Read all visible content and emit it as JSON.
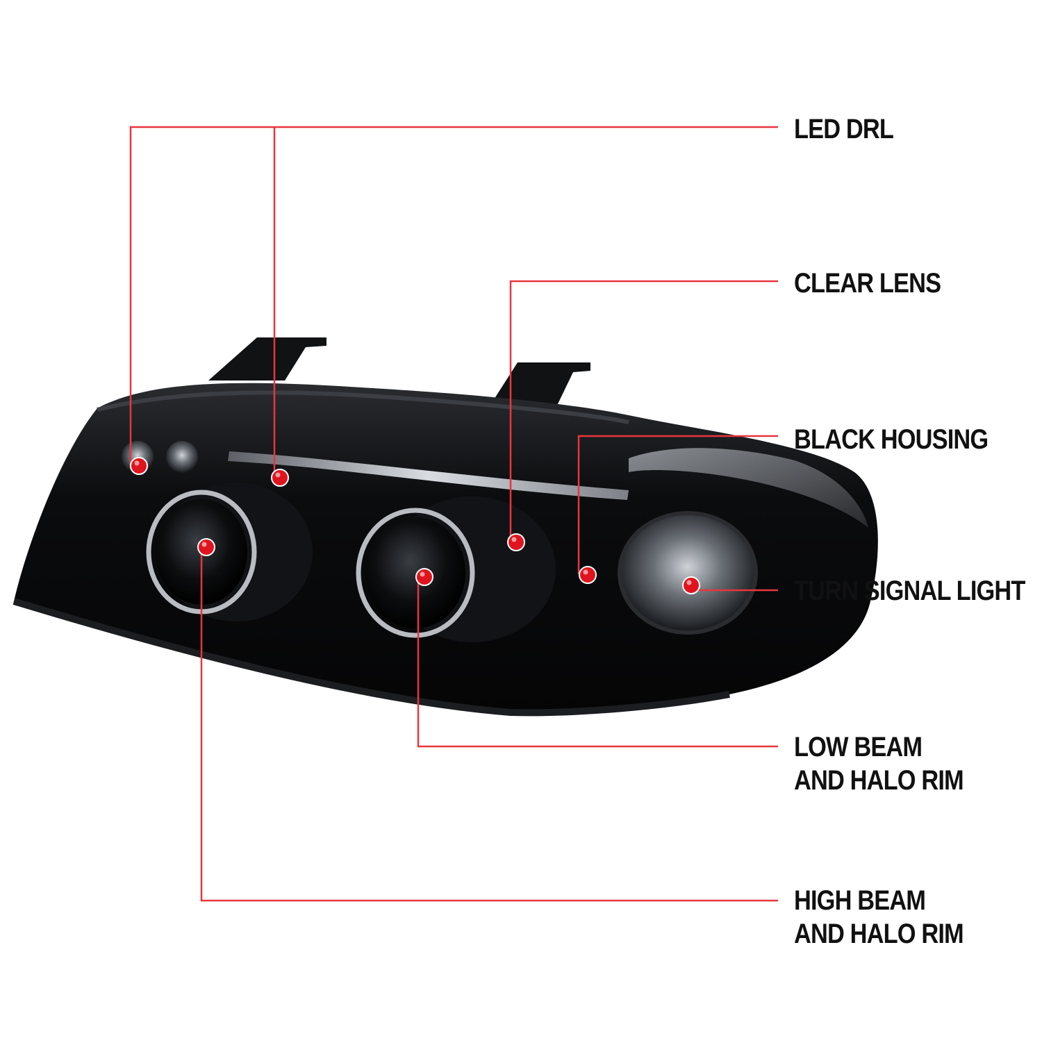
{
  "diagram": {
    "accent_color": "#e8363d",
    "dot_color": "#e0141e",
    "callouts": [
      {
        "id": "led-drl",
        "lines": [
          "LED DRL"
        ]
      },
      {
        "id": "clear-lens",
        "lines": [
          "CLEAR LENS"
        ]
      },
      {
        "id": "black-housing",
        "lines": [
          "BLACK HOUSING"
        ]
      },
      {
        "id": "turn-signal-light",
        "lines": [
          "TURN SIGNAL LIGHT"
        ]
      },
      {
        "id": "low-beam",
        "lines": [
          "LOW BEAM",
          "AND HALO RIM"
        ]
      },
      {
        "id": "high-beam",
        "lines": [
          "HIGH BEAM",
          "AND HALO RIM"
        ]
      }
    ]
  }
}
